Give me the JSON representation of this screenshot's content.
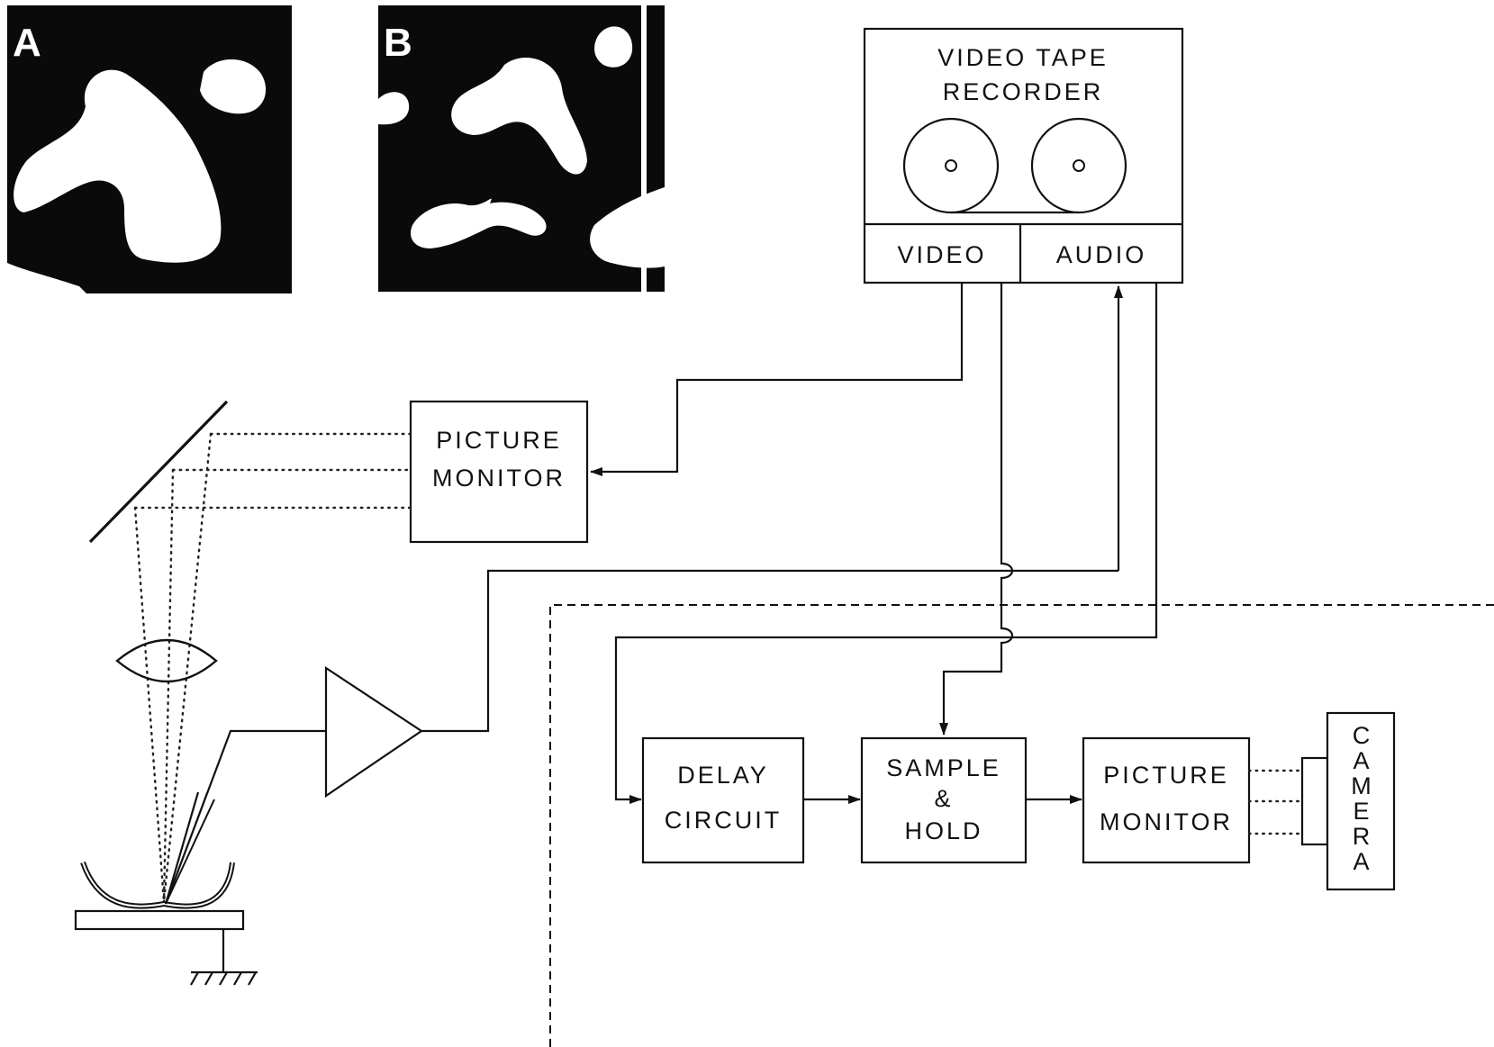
{
  "panels": {
    "a": "A",
    "b": "B"
  },
  "vtr": {
    "title_line1": "VIDEO  TAPE",
    "title_line2": "RECORDER",
    "video": "VIDEO",
    "audio": "AUDIO"
  },
  "picture_monitor_top": {
    "line1": "PICTURE",
    "line2": "MONITOR"
  },
  "delay_circuit": {
    "line1": "DELAY",
    "line2": "CIRCUIT"
  },
  "sample_hold": {
    "line1": "SAMPLE",
    "line2": "&",
    "line3": "HOLD"
  },
  "picture_monitor_bottom": {
    "line1": "PICTURE",
    "line2": "MONITOR"
  },
  "camera": {
    "letters": [
      "C",
      "A",
      "M",
      "E",
      "R",
      "A"
    ]
  },
  "colors": {
    "ink": "#111111",
    "paper": "#ffffff"
  }
}
